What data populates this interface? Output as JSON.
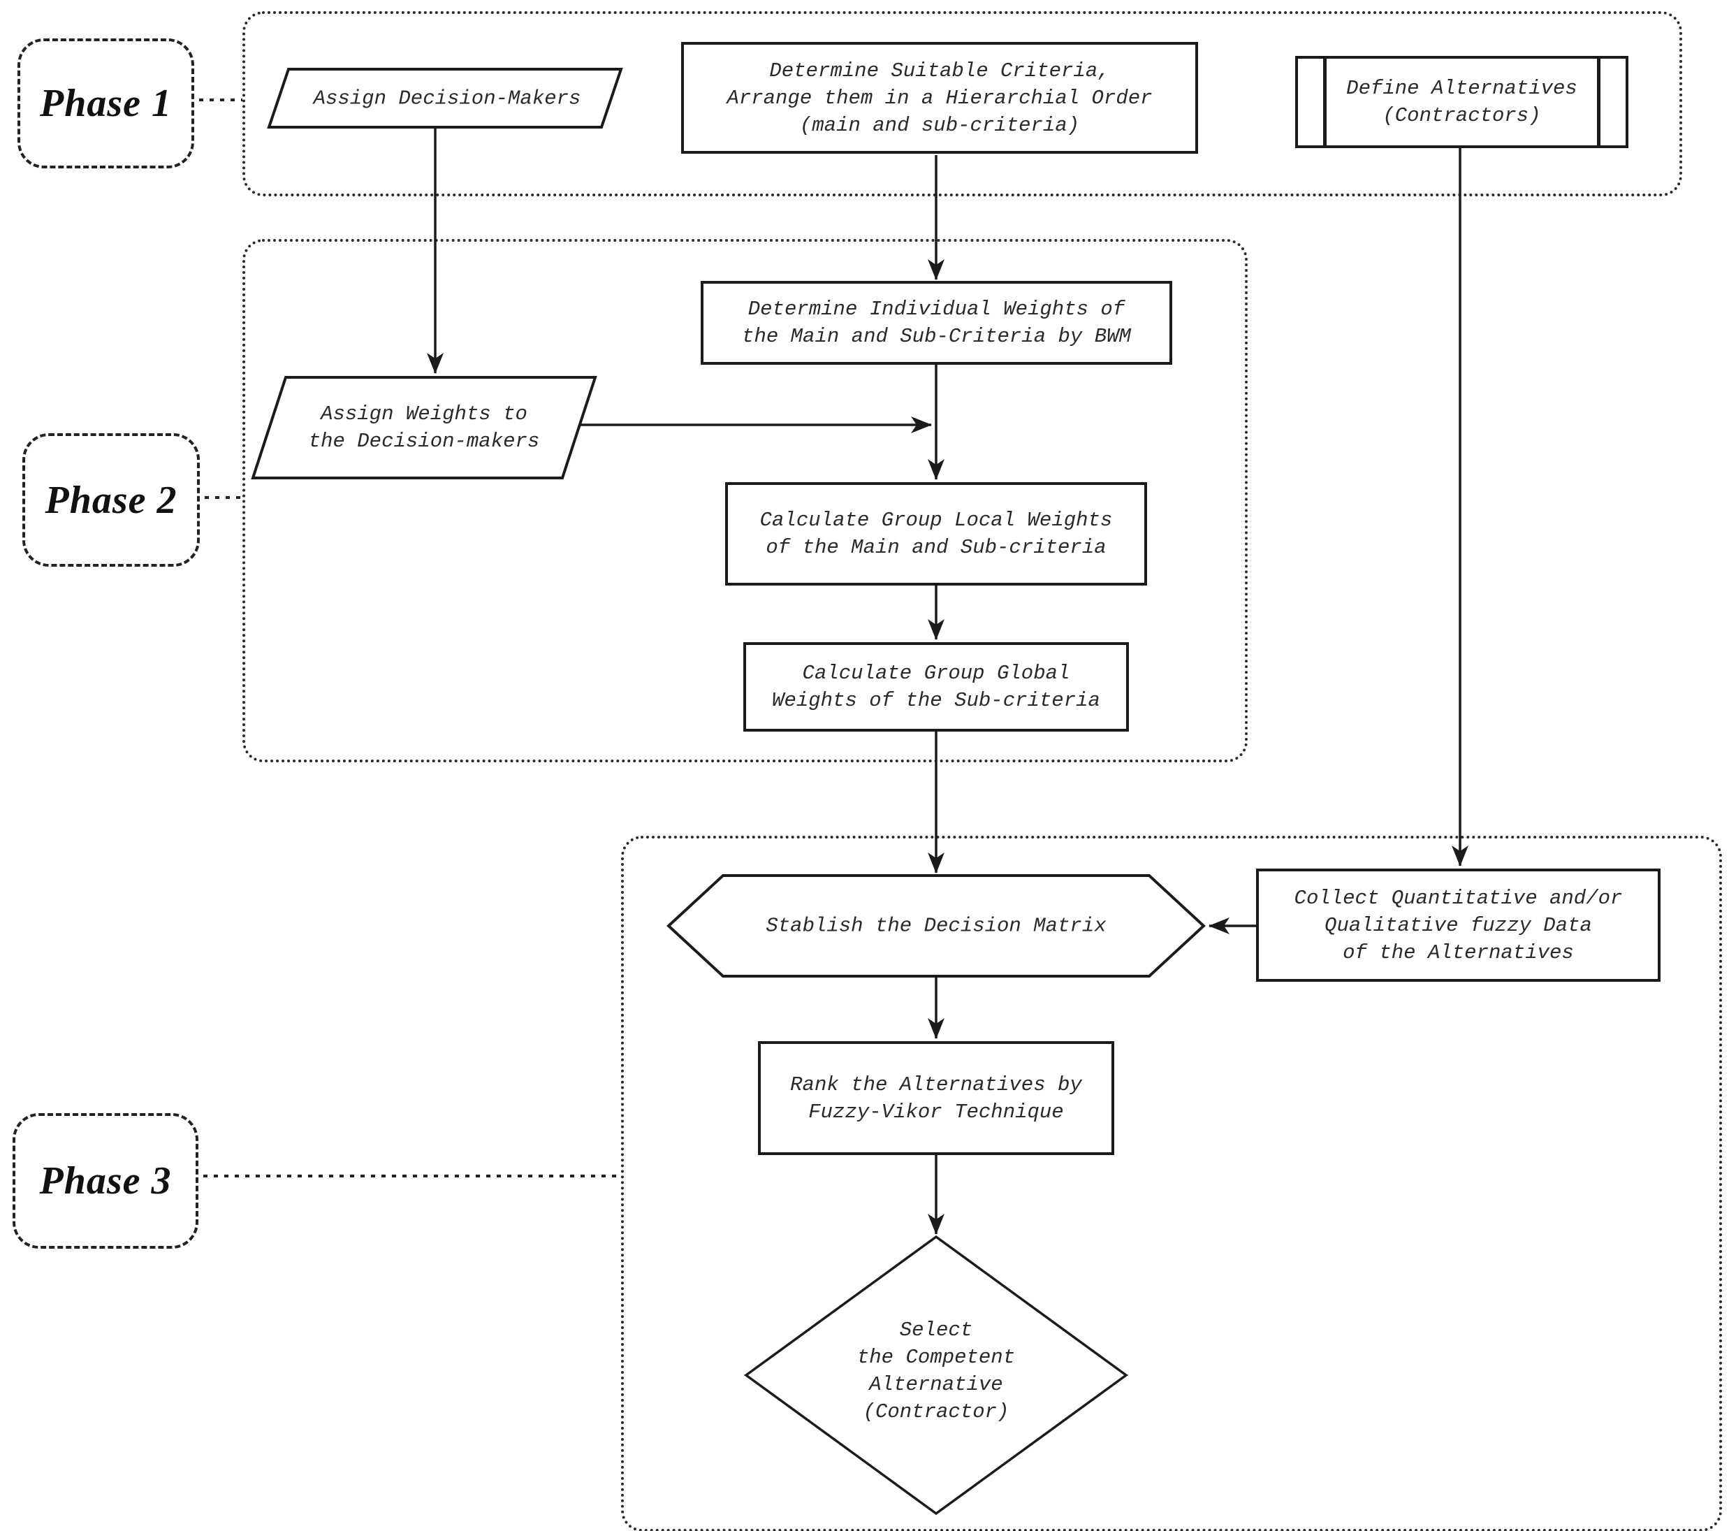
{
  "phases": [
    {
      "label": "Phase 1"
    },
    {
      "label": "Phase 2"
    },
    {
      "label": "Phase 3"
    }
  ],
  "nodes": {
    "assign_decision_makers": {
      "shape": "parallelogram",
      "text": "Assign Decision-Makers"
    },
    "determine_criteria": {
      "shape": "rectangle",
      "text": "Determine Suitable Criteria,\nArrange them in a Hierarchial Order\n(main and sub-criteria)"
    },
    "define_alternatives": {
      "shape": "predefined-process",
      "text": "Define Alternatives\n(Contractors)"
    },
    "determine_weights": {
      "shape": "rectangle",
      "text": "Determine Individual Weights of\nthe Main and Sub-Criteria by BWM"
    },
    "assign_weights": {
      "shape": "parallelogram",
      "text": "Assign Weights to\nthe Decision-makers"
    },
    "calc_local_weights": {
      "shape": "rectangle",
      "text": "Calculate Group Local Weights\nof the Main and Sub-criteria"
    },
    "calc_global_weights": {
      "shape": "rectangle",
      "text": "Calculate Group Global\nWeights of the Sub-criteria"
    },
    "decision_matrix": {
      "shape": "hexagon",
      "text": "Stablish the Decision Matrix"
    },
    "collect_data": {
      "shape": "rectangle",
      "text": "Collect Quantitative and/or\nQualitative fuzzy Data\nof the Alternatives"
    },
    "rank_alternatives": {
      "shape": "rectangle",
      "text": "Rank the Alternatives by\nFuzzy-Vikor Technique"
    },
    "select_alternative": {
      "shape": "diamond",
      "text": "Select\nthe Competent\nAlternative\n(Contractor)"
    }
  },
  "colors": {
    "ink": "#1b1b1b",
    "paper": "#ffffff"
  }
}
